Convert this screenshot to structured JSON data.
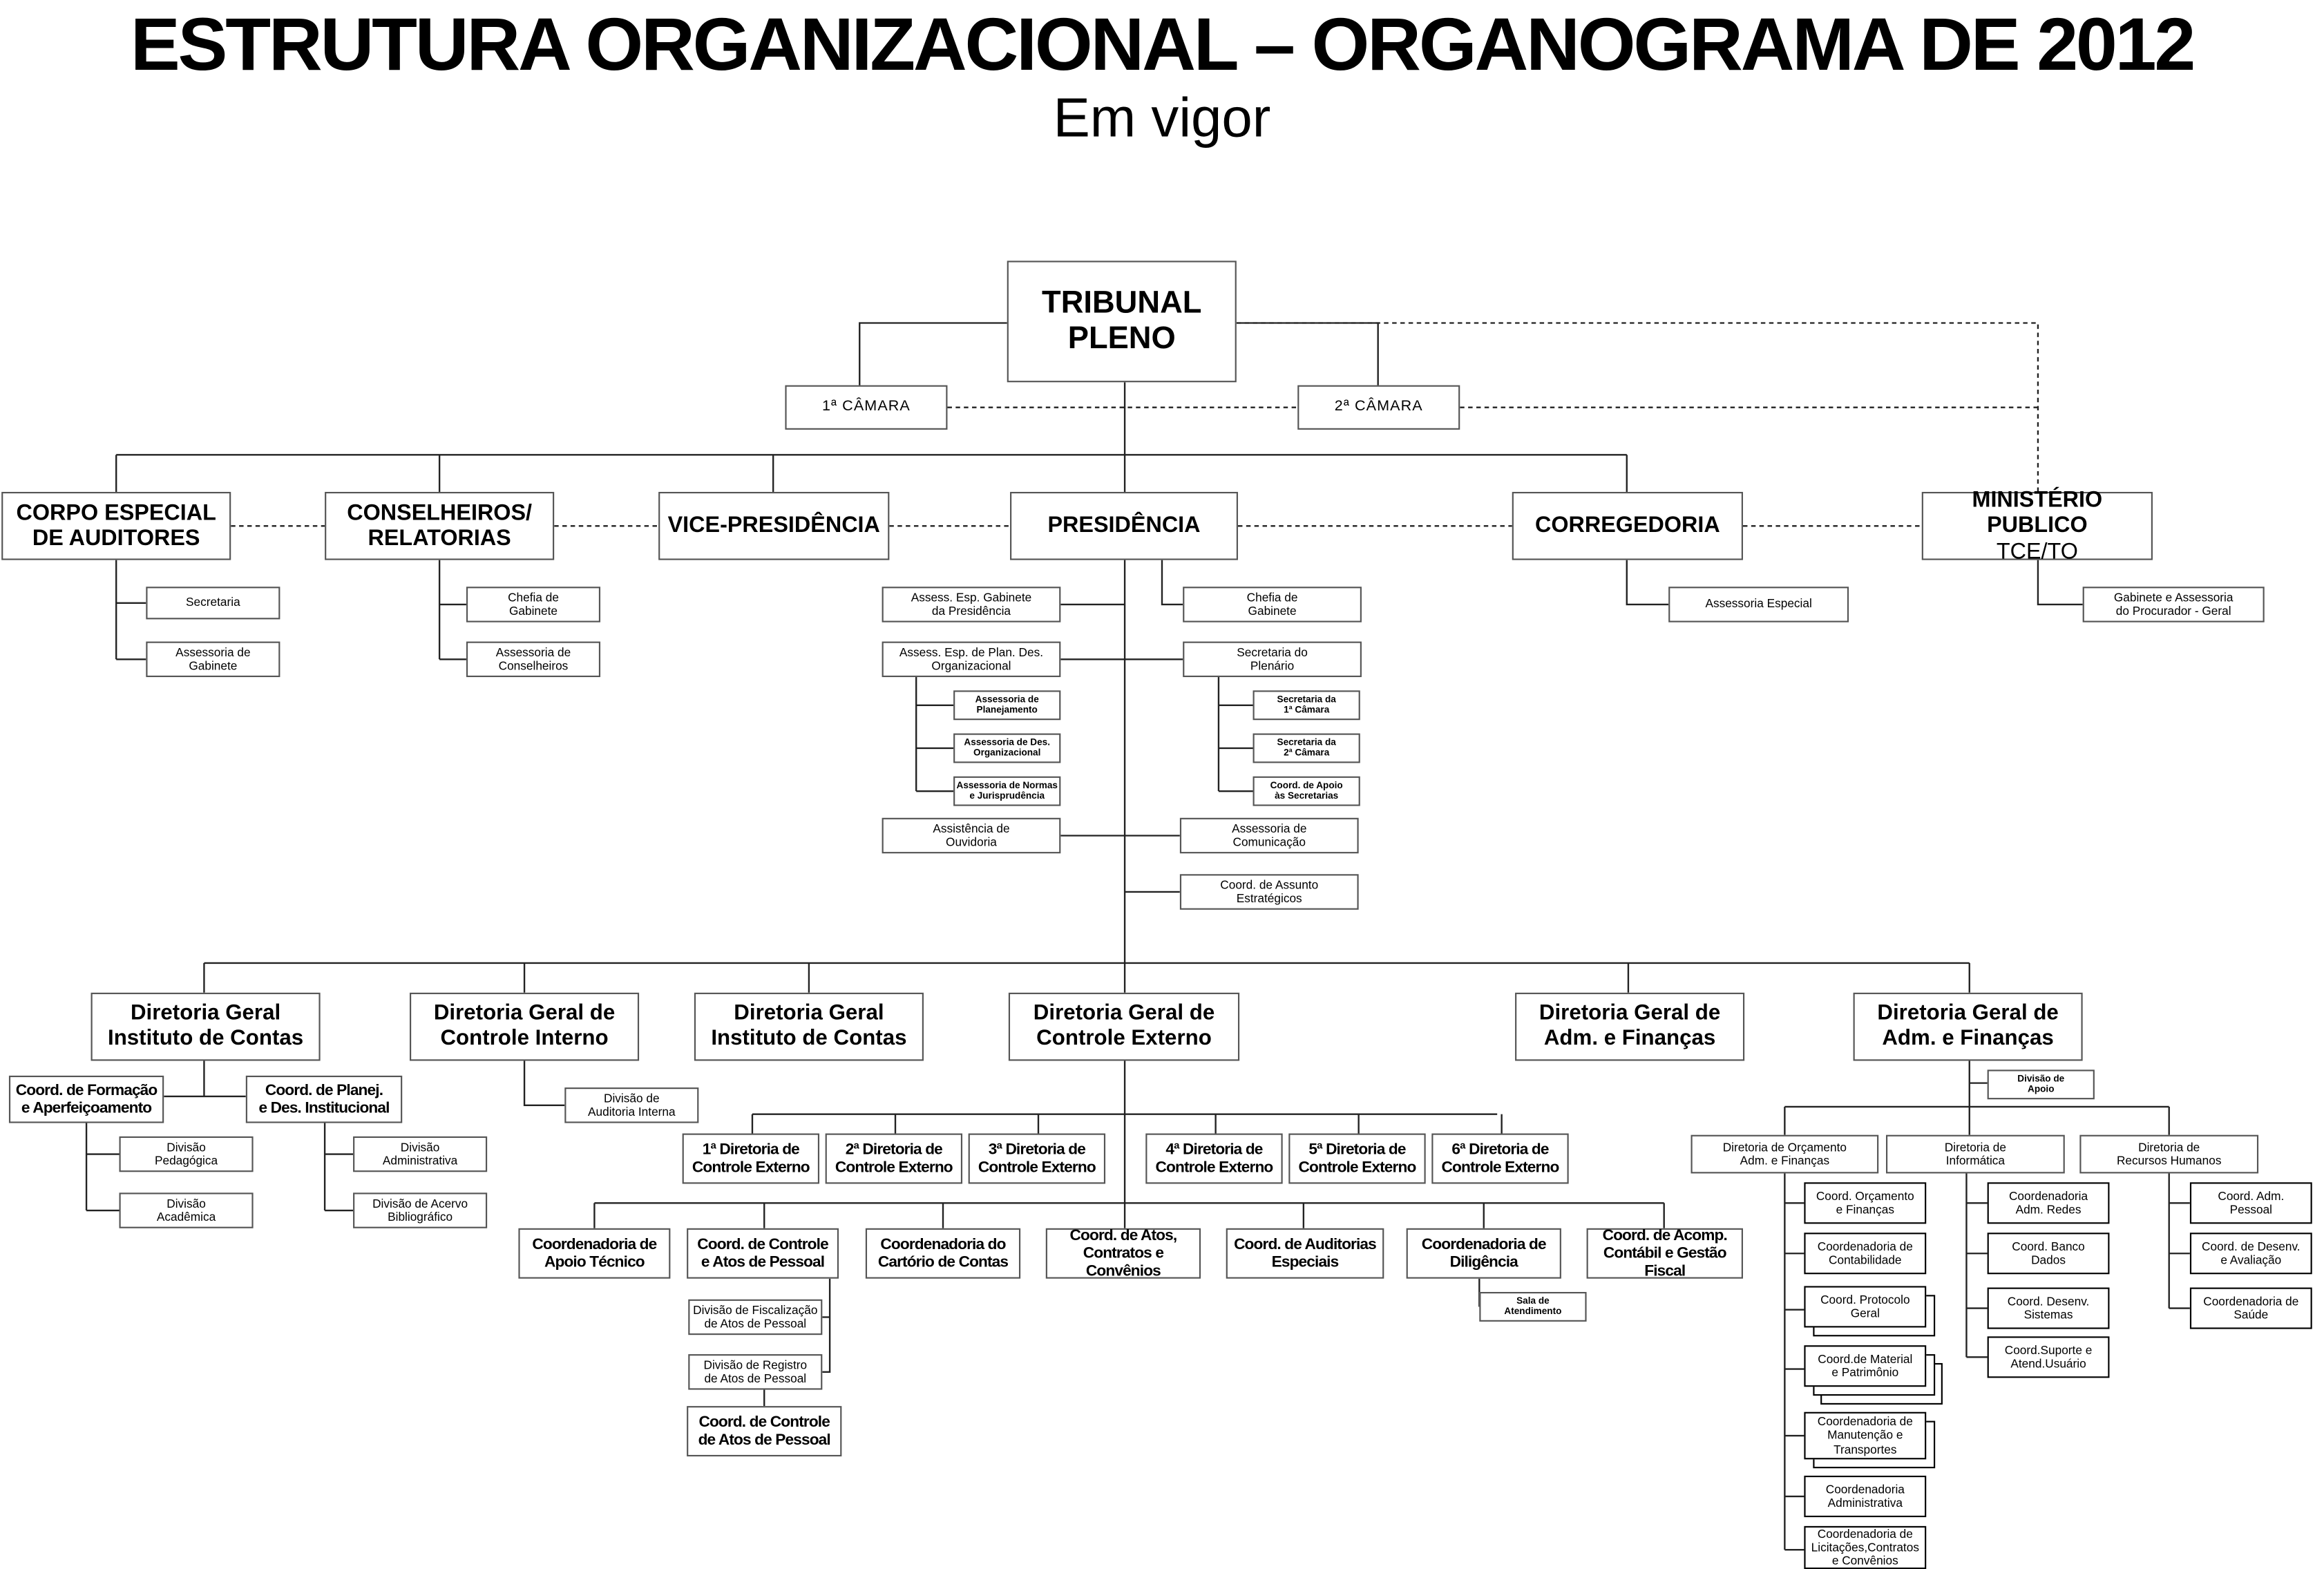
{
  "header": {
    "title": "ESTRUTURA ORGANIZACIONAL – ORGANOGRAMA DE 2012",
    "subtitle": "Em vigor"
  },
  "nodes": {
    "tribunal": "TRIBUNAL\nPLENO",
    "camara1": "1ª CÂMARA",
    "camara2": "2ª CÂMARA",
    "corpo": "CORPO ESPECIAL\nDE AUDITORES",
    "conselheiros": "CONSELHEIROS/\nRELATORIAS",
    "vice": "VICE-PRESIDÊNCIA",
    "presidencia": "PRESIDÊNCIA",
    "corregedoria": "CORREGEDORIA",
    "ministerio": "MINISTÉRIO PUBLICO",
    "ministerio_sub": "TCE/TO",
    "corpo_secretaria": "Secretaria",
    "corpo_assessoria": "Assessoria de\nGabinete",
    "cons_chefia": "Chefia de\nGabinete",
    "cons_assessoria": "Assessoria de\nConselheiros",
    "pres_assess_gab": "Assess. Esp. Gabinete\nda Presidência",
    "pres_chefia": "Chefia de\nGabinete",
    "pres_assess_plan": "Assess. Esp. de Plan. Des.\nOrganizacional",
    "pres_sec_plenario": "Secretaria do\nPlenário",
    "ass_planejamento": "Assessoria de\nPlanejamento",
    "ass_des_org": "Assessoria de Des.\nOrganizacional",
    "ass_normas": "Assessoria de Normas\ne Jurisprudência",
    "sec_1camara": "Secretaria da\n1ª Câmara",
    "sec_2camara": "Secretaria da\n2ª Câmara",
    "coord_apoio_sec": "Coord. de Apoio\nàs Secretarias",
    "ouvidoria": "Assistência de\nOuvidoria",
    "comunicacao": "Assessoria de\nComunicação",
    "assunto_estrat": "Coord. de Assunto\nEstratégicos",
    "correg_assess": "Assessoria Especial",
    "mp_gabinete": "Gabinete e Assessoria\ndo Procurador - Geral",
    "dg_instituto1": "Diretoria Geral\nInstituto de Contas",
    "dg_controle_interno": "Diretoria Geral de\nControle Interno",
    "dg_instituto2": "Diretoria Geral\nInstituto de Contas",
    "dg_controle_externo": "Diretoria Geral de\nControle Externo",
    "dg_adm1": "Diretoria Geral de\nAdm. e Finanças",
    "dg_adm2": "Diretoria Geral de\nAdm. e Finanças",
    "coord_formacao": "Coord. de Formação\ne Aperfeiçoamento",
    "coord_planej": "Coord. de Planej.\ne Des. Institucional",
    "div_pedagogica": "Divisão\nPedagógica",
    "div_academica": "Divisão\nAcadêmica",
    "div_administrativa": "Divisão\nAdministrativa",
    "div_acervo": "Divisão de Acervo\nBibliográfico",
    "div_auditoria": "Divisão de\nAuditoria Interna",
    "dir_ce1": "1ª Diretoria de\nControle Externo",
    "dir_ce2": "2ª Diretoria de\nControle Externo",
    "dir_ce3": "3ª Diretoria de\nControle Externo",
    "dir_ce4": "4ª Diretoria de\nControle Externo",
    "dir_ce5": "5ª Diretoria de\nControle Externo",
    "dir_ce6": "6ª Diretoria de\nControle Externo",
    "coord_apoio_tecnico": "Coordenadoria de\nApoio Técnico",
    "coord_controle_atos": "Coord. de Controle\ne Atos de Pessoal",
    "coord_cartorio": "Coordenadoria do\nCartório de Contas",
    "coord_atos_contratos": "Coord. de Atos,\nContratos e Convênios",
    "coord_auditorias": "Coord. de Auditorias\nEspeciais",
    "coord_diligencia": "Coordenadoria de\nDiligência",
    "coord_acomp": "Coord. de Acomp.\nContábil e Gestão Fiscal",
    "div_fiscalizacao": "Divisão de Fiscalização\nde Atos de Pessoal",
    "div_registro": "Divisão de Registro\nde Atos de Pessoal",
    "coord_controle_atos2": "Coord. de Controle\nde Atos de Pessoal",
    "sala_atendimento": "Sala de\nAtendimento",
    "div_apoio": "Divisão de\nApoio",
    "dir_orcamento": "Diretoria de Orçamento\nAdm. e Finanças",
    "dir_informatica": "Diretoria de\nInformática",
    "dir_rh": "Diretoria de\nRecursos Humanos",
    "c_orcamento": "Coord. Orçamento\ne Finanças",
    "c_contabilidade": "Coordenadoria de\nContabilidade",
    "c_protocolo": "Coord. Protocolo\nGeral",
    "c_material": "Coord.de Material\ne Patrimônio",
    "c_manutencao": "Coordenadoria de\nManutenção e\nTransportes",
    "c_administrativa": "Coordenadoria\nAdministrativa",
    "c_licitacoes": "Coordenadoria de\nLicitações,Contratos\ne Convênios",
    "c_redes": "Coordenadoria\nAdm. Redes",
    "c_banco": "Coord. Banco\nDados",
    "c_sistemas": "Coord. Desenv.\nSistemas",
    "c_suporte": "Coord.Suporte e\nAtend.Usuário",
    "c_pessoal": "Coord. Adm.\nPessoal",
    "c_desenv_aval": "Coord. de Desenv.\ne Avaliação",
    "c_saude": "Coordenadoria de\nSaúde"
  }
}
